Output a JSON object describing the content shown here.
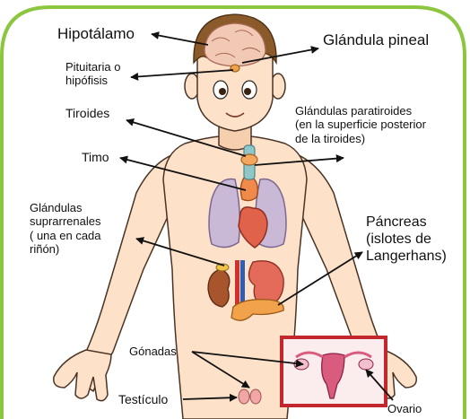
{
  "colors": {
    "frame": "#8cc63f",
    "skin": "#fde1c8",
    "skin_outline": "#4a3425",
    "hair": "#8b5a2b",
    "uterus_frame": "#c1272d"
  },
  "labels": {
    "hipotalamo": "Hipotálamo",
    "glandula_pineal": "Glándula pineal",
    "pituitaria": "Pituitaria o\nhipófisis",
    "tiroides": "Tiroides",
    "paratiroides": "Glándulas paratiroides\n(en la superficie posterior\nde la tiroides)",
    "timo": "Timo",
    "suprarrenales": "Glándulas\nsuprarrenales\n( una en cada\nriñón)",
    "pancreas": "Páncreas\n(islotes de\nLangerhans)",
    "gonadas": "Gónadas",
    "testiculo": "Testículo",
    "ovario": "Ovario"
  }
}
